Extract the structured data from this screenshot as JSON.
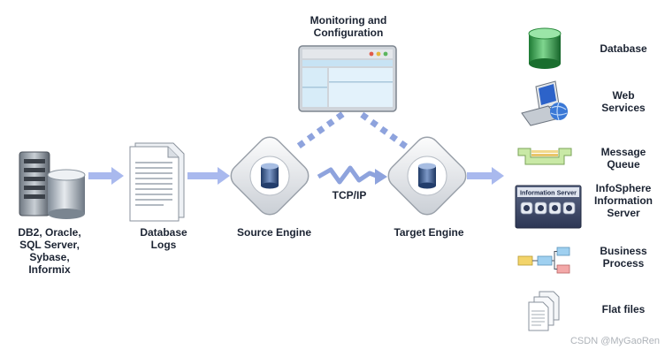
{
  "diagram": {
    "sources_label": "DB2, Oracle,\nSQL Server,\nSybase,\nInformix",
    "logs_label": "Database\nLogs",
    "source_engine_label": "Source Engine",
    "target_engine_label": "Target Engine",
    "tcpip_label": "TCP/IP",
    "monitoring_label": "Monitoring and\nConfiguration",
    "targets": [
      {
        "label": "Database",
        "icon": "database-icon"
      },
      {
        "label": "Web\nServices",
        "icon": "computer-globe-icon"
      },
      {
        "label": "Message\nQueue",
        "icon": "message-queue-icon"
      },
      {
        "label": "InfoSphere\nInformation\nServer",
        "icon": "information-server-icon"
      },
      {
        "label": "Business\nProcess",
        "icon": "business-process-icon"
      },
      {
        "label": "Flat files",
        "icon": "flat-files-icon"
      }
    ],
    "info_server_panel_title": "Information Server"
  },
  "watermark": "CSDN @MyGaoRen",
  "colors": {
    "arrow": "#a9b9ee",
    "dots": "#8ea3dd",
    "db_green": "#2f9e47",
    "engine_db": "#3c5a8e"
  }
}
